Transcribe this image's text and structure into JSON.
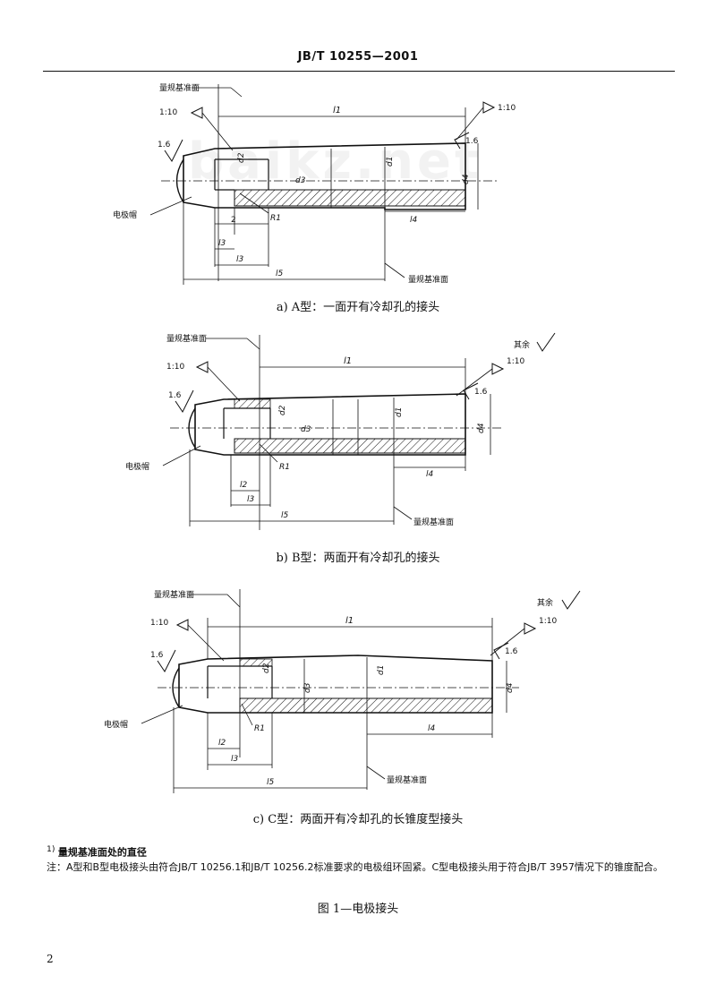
{
  "header": {
    "standard_no": "JB/T 10255—2001"
  },
  "watermark": "baikz.net",
  "figure_a": {
    "gauge_plane_top": "量规基准面",
    "gauge_plane_bottom": "量规基准面",
    "taper_left": "1:10",
    "taper_right": "1:10",
    "rough_left": "1.6",
    "rough_right": "1.6",
    "label_l1": "l1",
    "label_l2": "2",
    "label_l3": "l3",
    "label_l3b": "l3",
    "label_l4": "l4",
    "label_l5": "l5",
    "label_d1": "d1",
    "label_d2": "d2",
    "label_d3": "d3",
    "label_d4": "d4",
    "radius": "R1",
    "part_label": "电极帽",
    "caption": "a)  A型：一面开有冷却孔的接头"
  },
  "figure_b": {
    "gauge_plane_top": "量规基准面",
    "gauge_plane_bottom": "量规基准面",
    "taper_left": "1:10",
    "taper_right": "1:10",
    "rough_left": "1.6",
    "rough_right": "1.6",
    "rest_label": "其余",
    "label_l1": "l1",
    "label_l2": "l2",
    "label_l3": "l3",
    "label_l4": "l4",
    "label_l5": "l5",
    "label_d1": "d1",
    "label_d2": "d2",
    "label_d3": "d3",
    "label_d4": "d4",
    "radius": "R1",
    "part_label": "电极帽",
    "caption": "b)  B型：两面开有冷却孔的接头"
  },
  "figure_c": {
    "gauge_plane_top": "量规基准面",
    "gauge_plane_bottom": "量规基准面",
    "taper_left": "1:10",
    "taper_right": "1:10",
    "rough_left": "1.6",
    "rough_right": "1.6",
    "rest_label": "其余",
    "label_l1": "l1",
    "label_l2": "l2",
    "label_l3": "l3",
    "label_l4": "l4",
    "label_l5": "l5",
    "label_d1": "d1",
    "label_d2": "d2",
    "label_d3": "d3",
    "label_d4": "d4",
    "radius": "R1",
    "part_label": "电极帽",
    "caption": "c)  C型：两面开有冷却孔的长锥度型接头"
  },
  "notes": {
    "footnote_mark": "1)",
    "footnote": "量规基准面处的直径",
    "note": "注：A型和B型电极接头由符合JB/T 10256.1和JB/T 10256.2标准要求的电极组环固紧。C型电极接头用于符合JB/T 3957情况下的锥度配合。"
  },
  "figure_title": "图 1—电极接头",
  "page_number": "2"
}
